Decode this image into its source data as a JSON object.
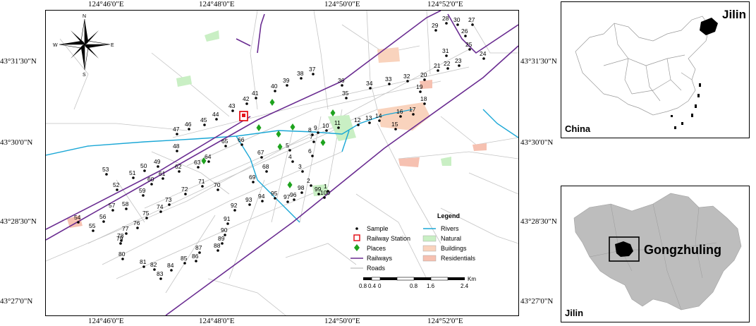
{
  "main_map": {
    "top_ticks": [
      "124°46'0\"E",
      "124°48'0\"E",
      "124°50'0\"E",
      "124°52'0\"E"
    ],
    "bottom_ticks": [
      "124°46'0\"E",
      "124°48'0\"E",
      "124°50'0\"E",
      "124°52'0\"E"
    ],
    "left_ticks": [
      "43°31'30\"N",
      "43°30'0\"N",
      "43°28'30\"N",
      "43°27'0\"N"
    ],
    "right_ticks": [
      "43°31'30\"N",
      "43°30'0\"N",
      "43°28'30\"N",
      "43°27'0\"N"
    ],
    "compass": {
      "n": "N",
      "s": "S",
      "e": "E",
      "w": "W"
    },
    "legend": {
      "title": "Legend",
      "items": [
        {
          "label": "Sample",
          "symbol": "dot"
        },
        {
          "label": "Railway Station",
          "symbol": "station"
        },
        {
          "label": "Places",
          "symbol": "diamond"
        },
        {
          "label": "Railways",
          "symbol": "railway"
        },
        {
          "label": "Roads",
          "symbol": "road"
        },
        {
          "label": "Rivers",
          "symbol": "river"
        },
        {
          "label": "Natural",
          "symbol": "natural"
        },
        {
          "label": "Buildings",
          "symbol": "buildings"
        },
        {
          "label": "Residentials",
          "symbol": "residentials"
        }
      ],
      "scale_labels": [
        "0.8",
        "0.4",
        "0",
        "0.8",
        "1.6",
        "2.4"
      ],
      "scale_unit": "Km"
    },
    "samples": [
      "1",
      "2",
      "3",
      "4",
      "5",
      "6",
      "7",
      "8",
      "9",
      "10",
      "11",
      "12",
      "13",
      "14",
      "15",
      "16",
      "17",
      "18",
      "19",
      "20",
      "21",
      "22",
      "23",
      "24",
      "25",
      "26",
      "27",
      "28",
      "29",
      "30",
      "31",
      "32",
      "33",
      "34",
      "35",
      "36",
      "37",
      "38",
      "39",
      "40",
      "41",
      "42",
      "43",
      "44",
      "45",
      "46",
      "47",
      "48",
      "49",
      "50",
      "51",
      "52",
      "53",
      "54",
      "55",
      "56",
      "57",
      "58",
      "59",
      "60",
      "61",
      "62",
      "63",
      "64",
      "65",
      "66",
      "67",
      "68",
      "69",
      "70",
      "71",
      "72",
      "73",
      "74",
      "75",
      "76",
      "77",
      "78",
      "79",
      "80",
      "81",
      "82",
      "83",
      "84",
      "85",
      "86",
      "87",
      "88",
      "89",
      "90",
      "91",
      "92",
      "93",
      "94",
      "95",
      "96",
      "97",
      "98",
      "99",
      "100"
    ]
  },
  "inset_china": {
    "label_region": "Jilin",
    "label_country": "China"
  },
  "inset_jilin": {
    "label_city": "Gongzhuling",
    "label_province": "Jilin"
  },
  "colors": {
    "railway": "#6a2c91",
    "river": "#1aa7d6",
    "road": "#bdbdbd",
    "natural": "#c9efc4",
    "buildings": "#f9d3bd",
    "residentials": "#f6c1b1",
    "station": "#e3141b",
    "places": "#1ea31e",
    "jilin_fill": "#bdbdbd"
  }
}
